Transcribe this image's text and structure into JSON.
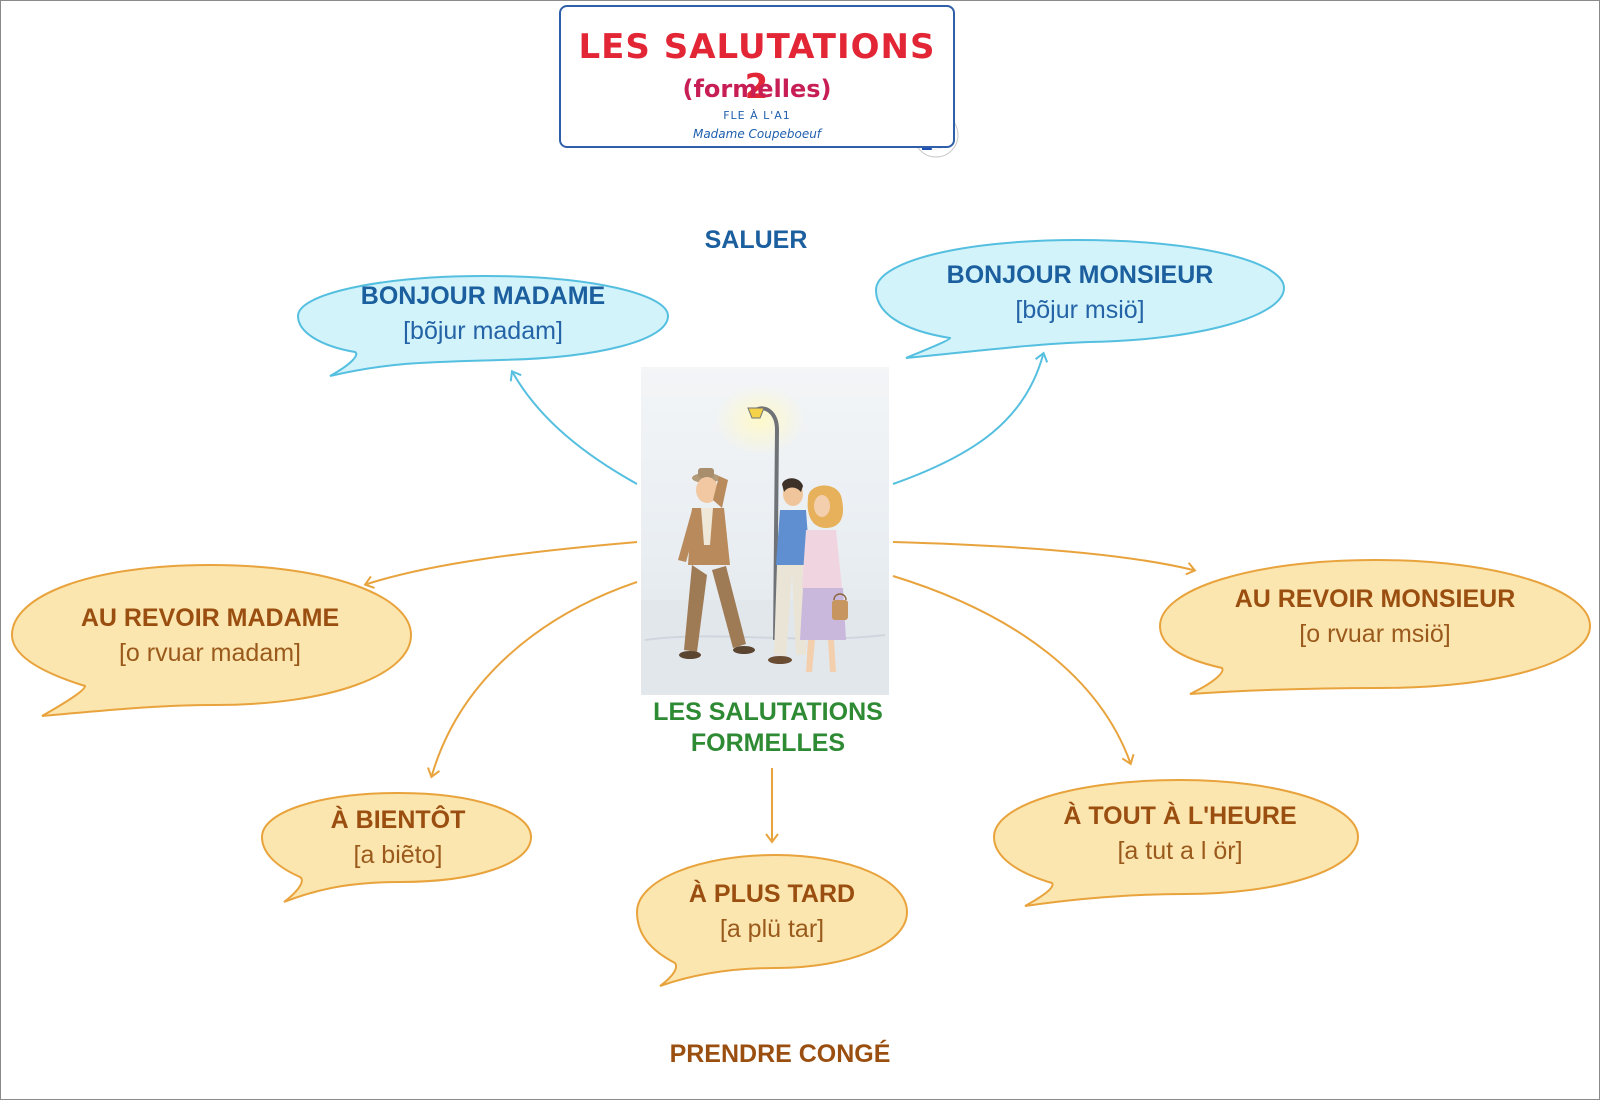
{
  "header": {
    "title": "LES SALUTATIONS 2",
    "subtitle": "(formelles)",
    "level": "FLE À L'A1",
    "author": "Madame Coupeboeuf",
    "flag_icon": "france-flag-icon"
  },
  "groups": {
    "greet": "SALUER",
    "leave": "PRENDRE CONGÉ"
  },
  "center": {
    "label": "LES SALUTATIONS FORMELLES",
    "illustration": "street-greeting-illustration"
  },
  "bubbles": {
    "bonjour_madame": {
      "phrase": "BONJOUR MADAME",
      "phonetic": "[bõjur madam]"
    },
    "bonjour_monsieur": {
      "phrase": "BONJOUR MONSIEUR",
      "phonetic": "[bõjur msiö]"
    },
    "au_revoir_madame": {
      "phrase": "AU REVOIR MADAME",
      "phonetic": "[o rvuar madam]"
    },
    "au_revoir_monsieur": {
      "phrase": "AU REVOIR MONSIEUR",
      "phonetic": "[o rvuar msiö]"
    },
    "a_bientot": {
      "phrase": "À BIENTÔT",
      "phonetic": "[a biẽto]"
    },
    "a_plus_tard": {
      "phrase": "À PLUS TARD",
      "phonetic": "[a plü tar]"
    },
    "a_tout_a_lheure": {
      "phrase": "À TOUT À L'HEURE",
      "phonetic": "[a tut a l ör]"
    }
  },
  "colors": {
    "greet_bubble_fill": "#d3f3fb",
    "greet_bubble_stroke": "#55bfe0",
    "leave_bubble_fill": "#fce6b0",
    "leave_bubble_stroke": "#e8a33c",
    "greet_text": "#1b5f9e",
    "leave_text": "#9a4f10",
    "center_text": "#2f8a34",
    "title_text": "#e32636"
  }
}
